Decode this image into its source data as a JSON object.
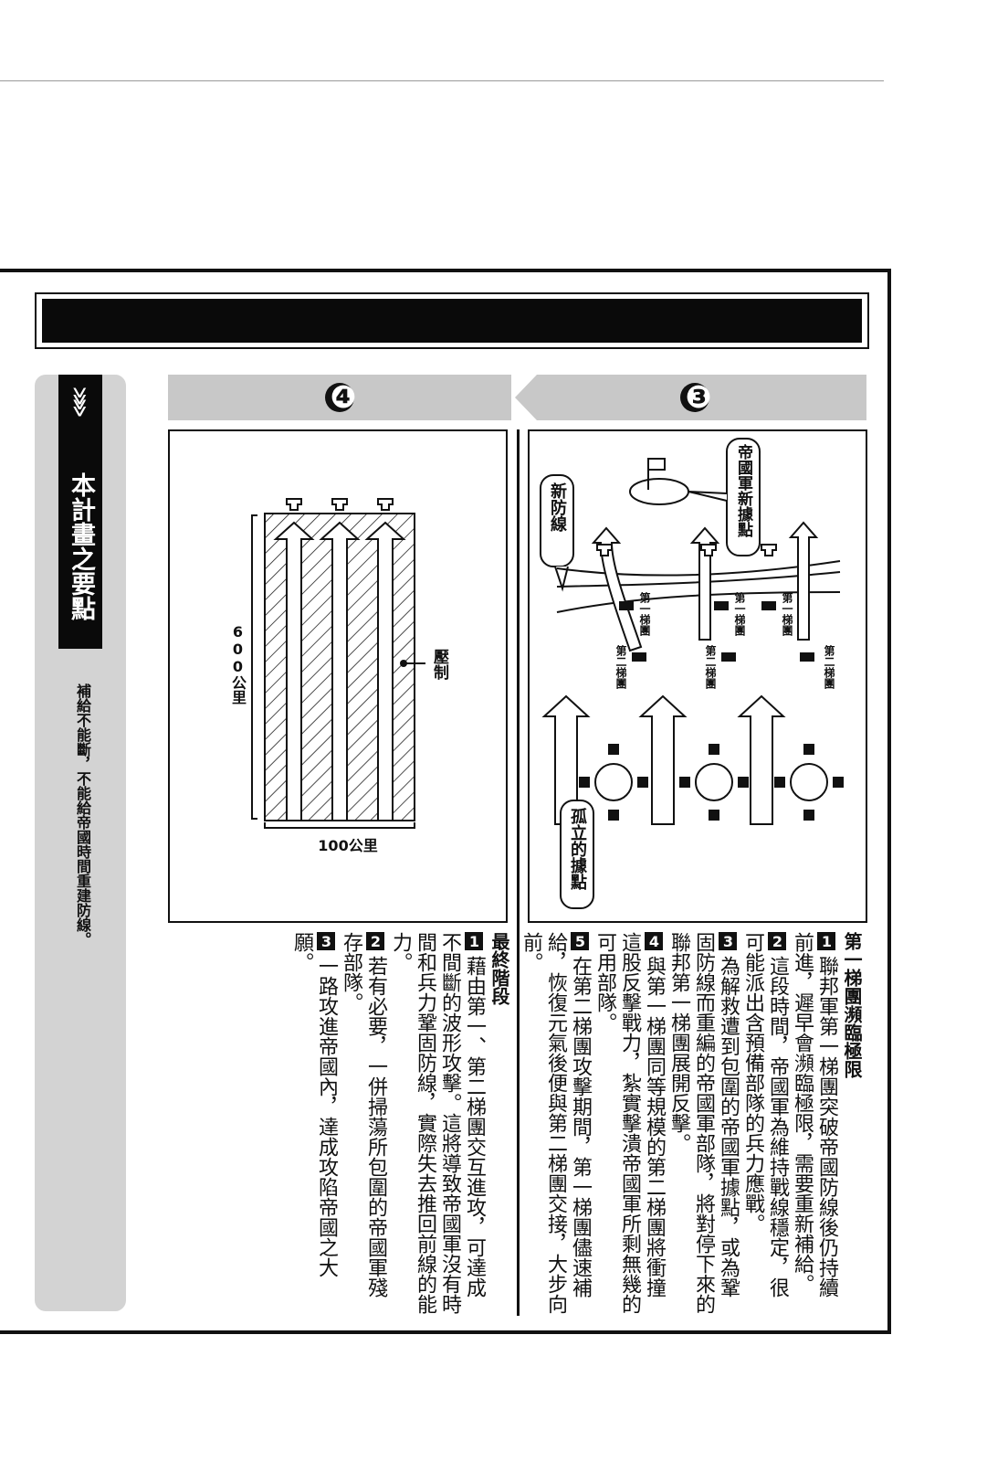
{
  "sidebar": {
    "chevrons": "≫≫",
    "title": "本計畫之要點",
    "note": "補給不能斷，不能給帝國時間重建防線。"
  },
  "steps": {
    "left": "❹",
    "right": "❸"
  },
  "panel4": {
    "height_label": "600公里",
    "width_label": "100公里",
    "suppress_label": "壓制"
  },
  "panel3": {
    "new_stronghold": "帝國軍新據點",
    "new_line": "新防線",
    "isolated": "孤立的據點",
    "first_echelon": "第一梯團",
    "second_echelon": "第二梯團"
  },
  "text3": {
    "heading": "第一梯團瀕臨極限",
    "items": [
      {
        "n": "1",
        "text": "聯邦軍第一梯團突破帝國防線後仍持續前進，遲早會瀕臨極限，需要重新補給。"
      },
      {
        "n": "2",
        "text": "這段時間，帝國軍為維持戰線穩定，很可能派出含預備部隊的兵力應戰。"
      },
      {
        "n": "3",
        "text": "為解救遭到包圍的帝國軍據點，或為鞏固防線而重編的帝國軍部隊，將對停下來的聯邦第一梯團展開反擊。"
      },
      {
        "n": "4",
        "text": "與第一梯團同等規模的第二梯團將衝撞這股反擊戰力，紮實擊潰帝國軍所剩無幾的可用部隊。"
      },
      {
        "n": "5",
        "text": "在第二梯團攻擊期間，第一梯團儘速補給，恢復元氣後便與第二梯團交接，大步向前。"
      }
    ]
  },
  "textF": {
    "heading": "最終階段",
    "items": [
      {
        "n": "1",
        "text": "藉由第一、第二梯團交互進攻，可達成不間斷的波形攻擊。這將導致帝國軍沒有時間和兵力鞏固防線，實際失去推回前線的能力。"
      },
      {
        "n": "2",
        "text": "若有必要，一併掃蕩所包圍的帝國軍殘存部隊。"
      },
      {
        "n": "3",
        "text": "一路攻進帝國內，達成攻陷帝國之大願。"
      }
    ]
  }
}
